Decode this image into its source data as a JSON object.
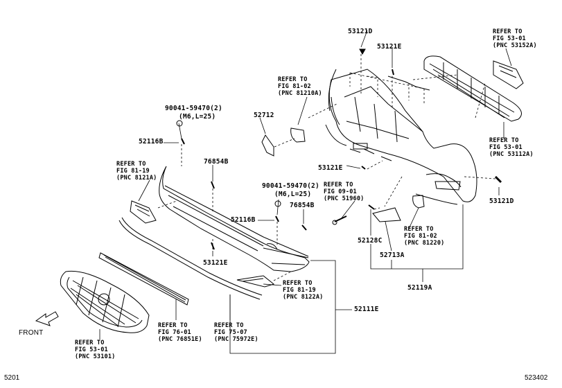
{
  "parts": {
    "p53121d_top": "53121D",
    "p53121e_top": "53121E",
    "p52712": "52712",
    "p90041_1_num": "90041-59470(2)",
    "p90041_1_spec": "(M6,L=25)",
    "p52116b_1": "52116B",
    "p76854b_1": "76854B",
    "p53121e_mid": "53121E",
    "p90041_2_num": "90041-59470(2)",
    "p90041_2_spec": "(M6,L=25)",
    "p52116b_2": "52116B",
    "p76854b_2": "76854B",
    "p53121e_low": "53121E",
    "p52128c": "52128C",
    "p52713a": "52713A",
    "p52119a": "52119A",
    "p52111e": "52111E",
    "p53121d_right": "53121D"
  },
  "refs": {
    "r53152a": {
      "l1": "REFER TO",
      "l2": "FIG 53-01",
      "l3": "(PNC 53152A)"
    },
    "r81210a": {
      "l1": "REFER TO",
      "l2": "FIG 81-02",
      "l3": "(PNC 81210A)"
    },
    "r53112a": {
      "l1": "REFER TO",
      "l2": "FIG 53-01",
      "l3": "(PNC 53112A)"
    },
    "r8121a": {
      "l1": "REFER TO",
      "l2": "FIG 81-19",
      "l3": "(PNC 8121A)"
    },
    "r51960": {
      "l1": "REFER TO",
      "l2": "FIG 09-01",
      "l3": "(PNC 51960)"
    },
    "r81220": {
      "l1": "REFER TO",
      "l2": "FIG 81-02",
      "l3": "(PNC 81220)"
    },
    "r8122a": {
      "l1": "REFER TO",
      "l2": "FIG 81-19",
      "l3": "(PNC 8122A)"
    },
    "r53101": {
      "l1": "REFER TO",
      "l2": "FIG 53-01",
      "l3": "(PNC 53101)"
    },
    "r76851e": {
      "l1": "REFER TO",
      "l2": "FIG 76-01",
      "l3": "(PNC 76851E)"
    },
    "r75972e": {
      "l1": "REFER TO",
      "l2": "FIG 75-07",
      "l3": "(PNC 75972E)"
    }
  },
  "front_label": "FRONT",
  "page_code_left": "5201",
  "page_code_right": "523402",
  "icons": [
    "front-arrow-icon",
    "bolt-icon",
    "clip-icon",
    "grille-icon",
    "bumper-cover-icon"
  ]
}
